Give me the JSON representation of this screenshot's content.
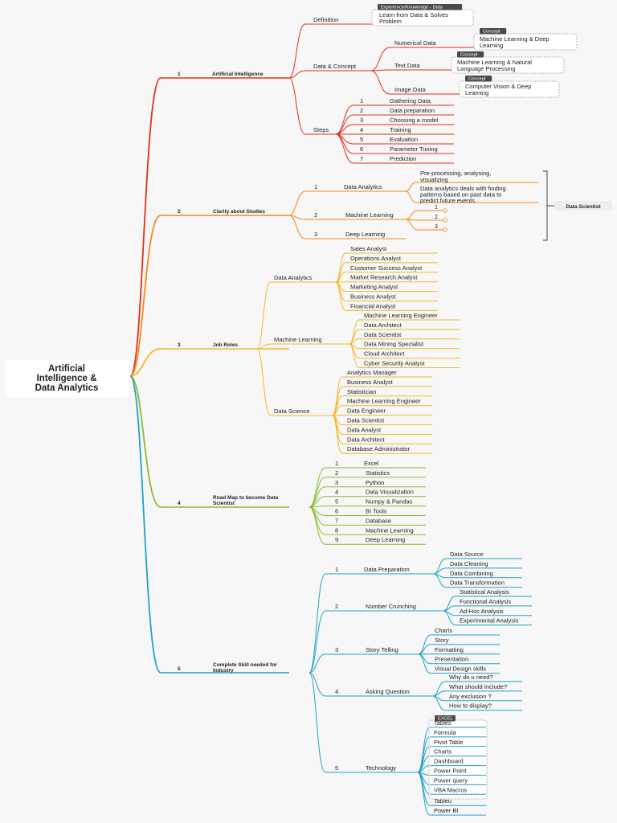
{
  "root": "Artificial Intelligence & Data Analytics",
  "root_lines": [
    "Artificial",
    "Intelligence &",
    "Data Analytics"
  ],
  "colors": {
    "branch1": "#e0301e",
    "branch2": "#f28a1c",
    "branch3": "#f5b72a",
    "branch4": "#8dbb2e",
    "branch5": "#1fa2c6",
    "tag_bg": "#4a4a4a",
    "box_border": "#9a9a9a"
  },
  "branches": [
    {
      "number": "1",
      "title": "Artificial Intelligence",
      "children": [
        {
          "label": "Definition",
          "children": [
            {
              "label": "Learn from Data & Solves Problem",
              "tag": "Experience/Knowledge - Data",
              "boxed": true
            }
          ]
        },
        {
          "label": "Data & Concept",
          "children": [
            {
              "label": "Numerical Data",
              "children": [
                {
                  "label": "Machine Learning & Deep Learning",
                  "tag": "Concept",
                  "boxed": true
                }
              ]
            },
            {
              "label": "Text Data",
              "children": [
                {
                  "label": "Machine Learning & Natural Language Processing",
                  "tag": "Concept",
                  "boxed": true
                }
              ]
            },
            {
              "label": "Image Data",
              "children": [
                {
                  "label": "Computer Vision & Deep Learning",
                  "tag": "Concept",
                  "boxed": true
                }
              ]
            }
          ]
        },
        {
          "label": "Steps",
          "children": [
            {
              "num": "1",
              "label": "Gathering Data"
            },
            {
              "num": "2",
              "label": "Data preparation"
            },
            {
              "num": "3",
              "label": "Choosing a model"
            },
            {
              "num": "4",
              "label": "Training"
            },
            {
              "num": "5",
              "label": "Evaluation"
            },
            {
              "num": "6",
              "label": "Parameter Tuning"
            },
            {
              "num": "7",
              "label": "Prediction"
            }
          ]
        }
      ]
    },
    {
      "number": "2",
      "title": "Clarity about Studies",
      "children": [
        {
          "num": "1",
          "label": "Data Analytics",
          "children": [
            {
              "label": "Pre-processing, analysing, visualizing"
            },
            {
              "label": "Data analytics deals with finding patterns based on past data to predict future events"
            }
          ]
        },
        {
          "num": "2",
          "label": "Machine Learning",
          "children": [
            {
              "label": "1"
            },
            {
              "label": "2"
            },
            {
              "label": "3"
            }
          ]
        },
        {
          "num": "3",
          "label": "Deep Learning"
        }
      ],
      "summary": "Data Scientist"
    },
    {
      "number": "3",
      "title": "Job Roles",
      "children": [
        {
          "label": "Data Analytics",
          "children": [
            {
              "label": "Sales Analyst"
            },
            {
              "label": "Operations Analyst"
            },
            {
              "label": "Customer Success Analyst"
            },
            {
              "label": "Market Research Analyst"
            },
            {
              "label": "Marketing Analyst"
            },
            {
              "label": "Business Analyst"
            },
            {
              "label": "Financial Analyst"
            }
          ]
        },
        {
          "label": "Machine Learning",
          "children": [
            {
              "label": "Machine Learning Engineer"
            },
            {
              "label": "Data Architect"
            },
            {
              "label": "Data Scientist"
            },
            {
              "label": "Data Mining Specialist"
            },
            {
              "label": "Cloud Architect"
            },
            {
              "label": "Cyber Security Analyst"
            }
          ]
        },
        {
          "label": "Data Science",
          "children": [
            {
              "label": "Analytics Manager"
            },
            {
              "label": "Business Analyst"
            },
            {
              "label": "Statistician"
            },
            {
              "label": "Machine Learning Engineer"
            },
            {
              "label": "Data Engineer"
            },
            {
              "label": "Data Scientist"
            },
            {
              "label": "Data Analyst"
            },
            {
              "label": "Data Architect"
            },
            {
              "label": "Database Administrator"
            }
          ]
        }
      ]
    },
    {
      "number": "4",
      "title": "Road Map to become Data Scientist",
      "children": [
        {
          "num": "1",
          "label": "Excel"
        },
        {
          "num": "2",
          "label": "Statistics"
        },
        {
          "num": "3",
          "label": "Python"
        },
        {
          "num": "4",
          "label": "Data Visualization"
        },
        {
          "num": "5",
          "label": "Numpy & Pandas"
        },
        {
          "num": "6",
          "label": "BI Tools"
        },
        {
          "num": "7",
          "label": "Database"
        },
        {
          "num": "8",
          "label": "Machine Learning"
        },
        {
          "num": "9",
          "label": "Deep Learning"
        }
      ]
    },
    {
      "number": "5",
      "title": "Complete Skill needed for Industry",
      "children": [
        {
          "num": "1",
          "label": "Data Preparation",
          "children": [
            {
              "label": "Data Source"
            },
            {
              "label": "Data Cleaning"
            },
            {
              "label": "Data Combining"
            },
            {
              "label": "Data Transformation"
            }
          ]
        },
        {
          "num": "2",
          "label": "Number Crunching",
          "children": [
            {
              "label": "Statistical Analysis"
            },
            {
              "label": "Functional Analysis"
            },
            {
              "label": "Ad-Hoc Analysis"
            },
            {
              "label": "Experimental Analysis"
            }
          ]
        },
        {
          "num": "3",
          "label": "Story Telling",
          "children": [
            {
              "label": "Charts"
            },
            {
              "label": "Story"
            },
            {
              "label": "Formatting"
            },
            {
              "label": "Presentation"
            },
            {
              "label": "Visual Design skills"
            }
          ]
        },
        {
          "num": "4",
          "label": "Asking Question",
          "children": [
            {
              "label": "Why do u need?"
            },
            {
              "label": "What should Include?"
            },
            {
              "label": "Any exclusion ?"
            },
            {
              "label": "How to display?"
            }
          ]
        },
        {
          "num": "5",
          "label": "Technology",
          "children": [
            {
              "label": "Tables"
            },
            {
              "label": "Formula"
            },
            {
              "label": "Pivot Table"
            },
            {
              "label": "Charts"
            },
            {
              "label": "Dashboard"
            },
            {
              "label": "Power Point"
            },
            {
              "label": "Power query"
            },
            {
              "label": "VBA Macros"
            },
            {
              "label": "Tableu"
            },
            {
              "label": "Power BI"
            }
          ],
          "group_tag": "EXCEL"
        }
      ]
    }
  ]
}
